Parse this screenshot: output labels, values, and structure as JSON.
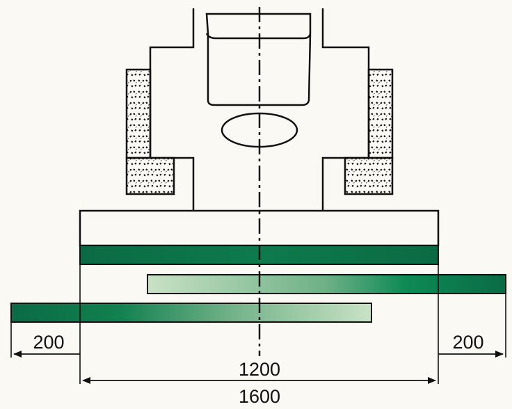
{
  "dimensions": {
    "left_overhang": "200",
    "right_overhang": "200",
    "inner_width": "1200",
    "outer_width": "1600"
  },
  "colors": {
    "background": "#fbf9f4",
    "line": "#111111",
    "bar_dark": "#0a6b45",
    "bar_mid": "#0e8a55",
    "bar_light": "#c9e2c6"
  }
}
